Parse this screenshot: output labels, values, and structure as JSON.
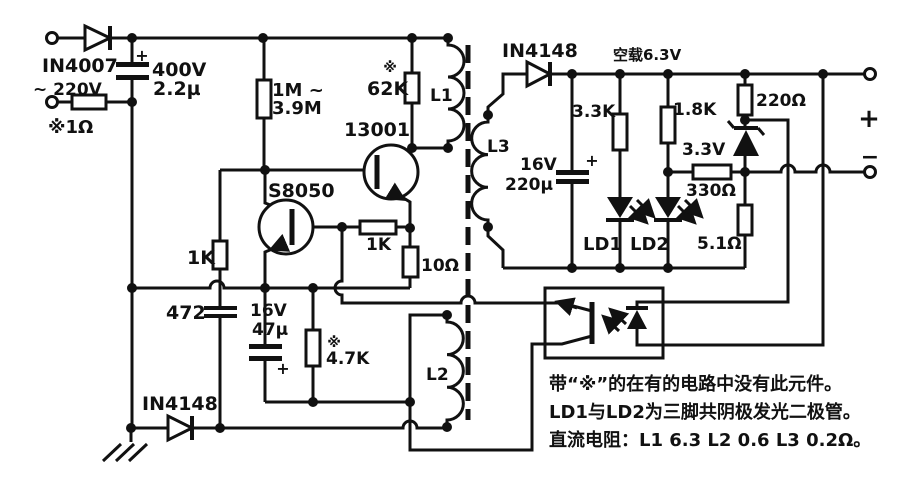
{
  "labels": {
    "d_in4007": "IN4007",
    "ac_input": "~ 220V",
    "r_fuse": "※1Ω",
    "c_bulk_v": "400V",
    "c_bulk_uf": "2.2µ",
    "c_bulk_plus": "+",
    "r_startup_1": "1M ~",
    "r_startup_2": "3.9M",
    "r_62k_mark": "※",
    "r_62k": "62K",
    "winding_l1": "L1",
    "q_13001": "13001",
    "q_s8050": "S8050",
    "r_1k_base": "1K",
    "r_1k_fb": "1K",
    "r_10": "10Ω",
    "c_472": "472",
    "c_47_v": "16V",
    "c_47_uf": "47µ",
    "c_47_plus": "+",
    "r_47k_mark": "※",
    "r_47k": "4.7K",
    "d_in4148_fb": "IN4148",
    "winding_l2": "L2",
    "winding_l3": "L3",
    "d_in4148_out": "IN4148",
    "no_load": "空载6.3V",
    "c_220_v": "16V",
    "c_220_uf": "220µ",
    "c_220_plus": "+",
    "r_33k": "3.3K",
    "r_18k": "1.8K",
    "r_220": "220Ω",
    "d_zener": "3.3V",
    "r_330": "330Ω",
    "r_51": "5.1Ω",
    "led_1": "LD1",
    "led_2": "LD2",
    "out_plus": "+",
    "out_minus": "−"
  },
  "notes": [
    "带“※”的在有的电路中没有此元件。",
    "LD1与LD2为三脚共阴极发光二极管。",
    "直流电阻：L1 6.3 L2 0.6 L3 0.2Ω。"
  ]
}
